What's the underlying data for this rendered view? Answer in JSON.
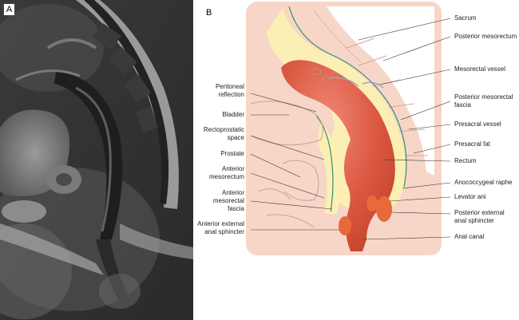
{
  "panels": {
    "a_label": "A",
    "b_label": "B"
  },
  "colors": {
    "background_pink": "#f7d6c8",
    "mesorectum_yellow": "#fbefb3",
    "rectum_red": "#d9543f",
    "sphincter_orange": "#e86a3a",
    "fascia_green": "#2f8f6f",
    "sacrum_white": "#ffffff"
  },
  "labels_left": [
    {
      "id": "peritoneal-reflection",
      "lines": [
        "Peritoneal",
        "reflection"
      ]
    },
    {
      "id": "bladder",
      "lines": [
        "Bladder"
      ]
    },
    {
      "id": "rectoprostatic-space",
      "lines": [
        "Rectoprostatic",
        "space"
      ]
    },
    {
      "id": "prostate",
      "lines": [
        "Prostate"
      ]
    },
    {
      "id": "anterior-mesorectum",
      "lines": [
        "Anterior",
        "mesorectum"
      ]
    },
    {
      "id": "anterior-mesorectal-fascia",
      "lines": [
        "Anterior",
        "mesorectal",
        "fascia"
      ]
    },
    {
      "id": "anterior-external-anal-sphincter",
      "lines": [
        "Anterior external",
        "anal sphincter"
      ]
    }
  ],
  "labels_right": [
    {
      "id": "sacrum",
      "lines": [
        "Sacrum"
      ]
    },
    {
      "id": "posterior-mesorectum",
      "lines": [
        "Posterior mesorectum"
      ]
    },
    {
      "id": "mesorectal-vessel",
      "lines": [
        "Mesorectal vessel"
      ]
    },
    {
      "id": "posterior-mesorectal-fascia",
      "lines": [
        "Posterior mesorectal",
        "fascia"
      ]
    },
    {
      "id": "presacral-vessel",
      "lines": [
        "Presacral vessel"
      ]
    },
    {
      "id": "presacral-fat",
      "lines": [
        "Presacral fat"
      ]
    },
    {
      "id": "rectum",
      "lines": [
        "Rectum"
      ]
    },
    {
      "id": "anococcygeal-raphe",
      "lines": [
        "Anococcygeal raphe"
      ]
    },
    {
      "id": "levator-ani",
      "lines": [
        "Levator ani"
      ]
    },
    {
      "id": "posterior-external-anal-sphincter",
      "lines": [
        "Posterior external",
        "anal sphincter"
      ]
    },
    {
      "id": "anal-canal",
      "lines": [
        "Anal canal"
      ]
    }
  ]
}
